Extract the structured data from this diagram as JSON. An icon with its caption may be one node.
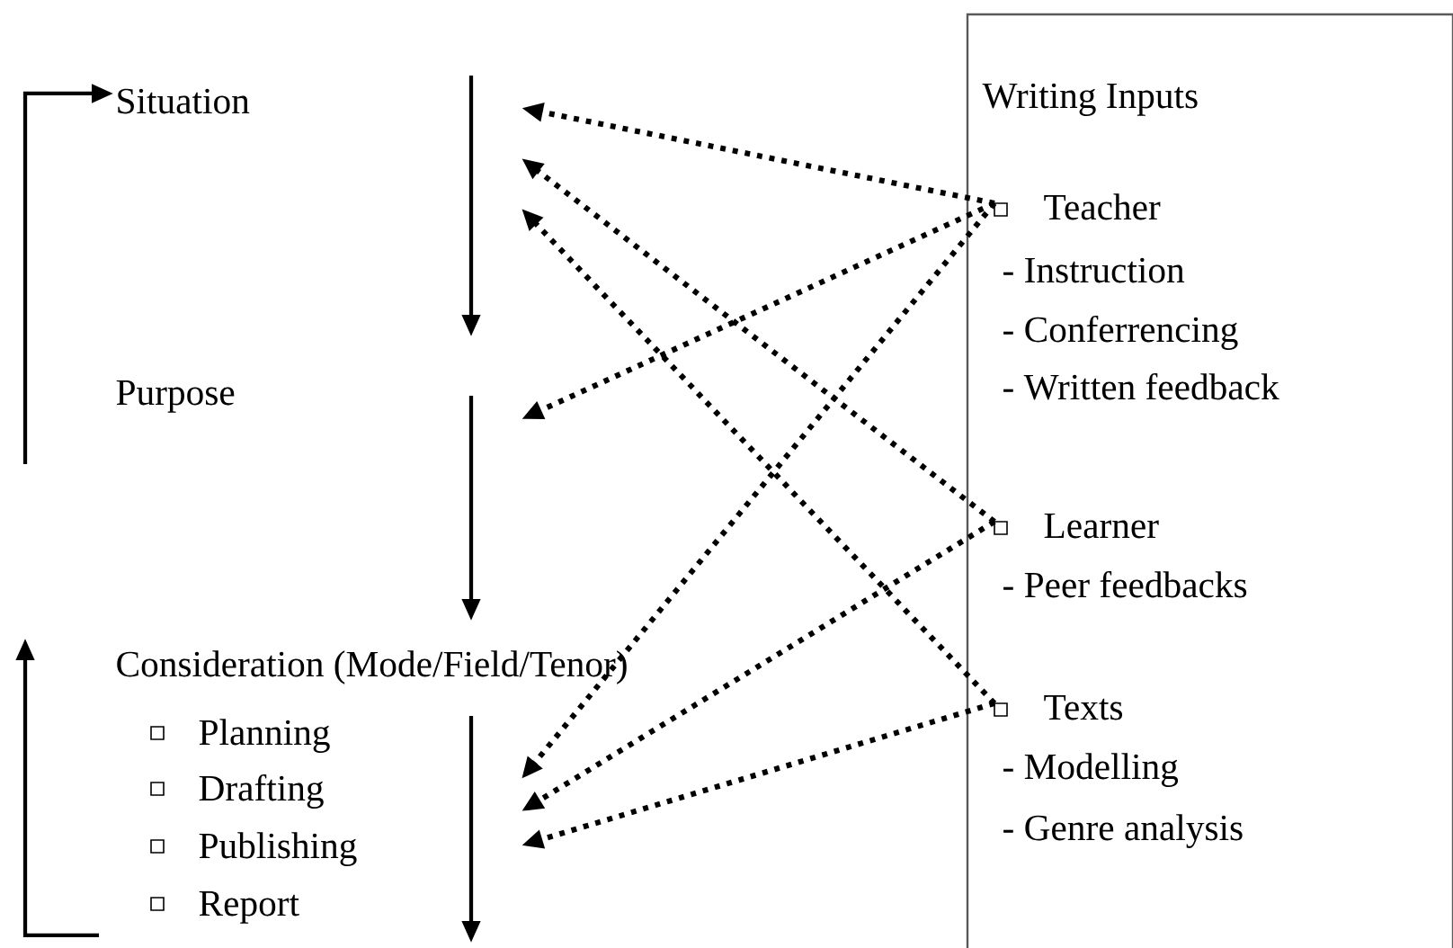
{
  "diagram": {
    "nodes": [
      {
        "text": [
          "Situation"
        ]
      },
      {
        "text": [
          "Purpose"
        ]
      },
      {
        "text": [
          "Consideration (Mode/Field/Tenor)"
        ]
      },
      {
        "text": [
          "Planning"
        ]
      },
      {
        "text": [
          "Drafting"
        ]
      },
      {
        "text": [
          "Publishing"
        ]
      },
      {
        "text": [
          "Report"
        ]
      },
      {
        "text": [
          "Writing Inputs"
        ]
      },
      {
        "text": [
          "Teacher",
          "- Instruction",
          "- Conferrencing",
          "- Written feedback"
        ],
        "in": 7
      },
      {
        "text": [
          "Learner",
          "- Peer feedbacks"
        ],
        "in": 7
      },
      {
        "text": [
          "Texts",
          "- Modelling",
          "- Genre analysis"
        ],
        "in": 7
      }
    ],
    "edges": [
      {
        "from": null,
        "to": 0,
        "arrow": "to"
      },
      {
        "from": 8,
        "to": null,
        "arrow": "to",
        "style": "dashed"
      },
      {
        "from": 9,
        "to": null,
        "arrow": "to",
        "style": "dashed"
      },
      {
        "from": 10,
        "to": null,
        "arrow": "to",
        "style": "dashed"
      },
      {
        "from": 8,
        "to": null,
        "arrow": "to",
        "style": "dashed"
      },
      {
        "from": 8,
        "to": null,
        "arrow": "to",
        "style": "dashed"
      },
      {
        "from": 9,
        "to": null,
        "arrow": "to",
        "style": "dashed"
      },
      {
        "from": 10,
        "to": null,
        "arrow": "to",
        "style": "dashed"
      }
    ]
  }
}
